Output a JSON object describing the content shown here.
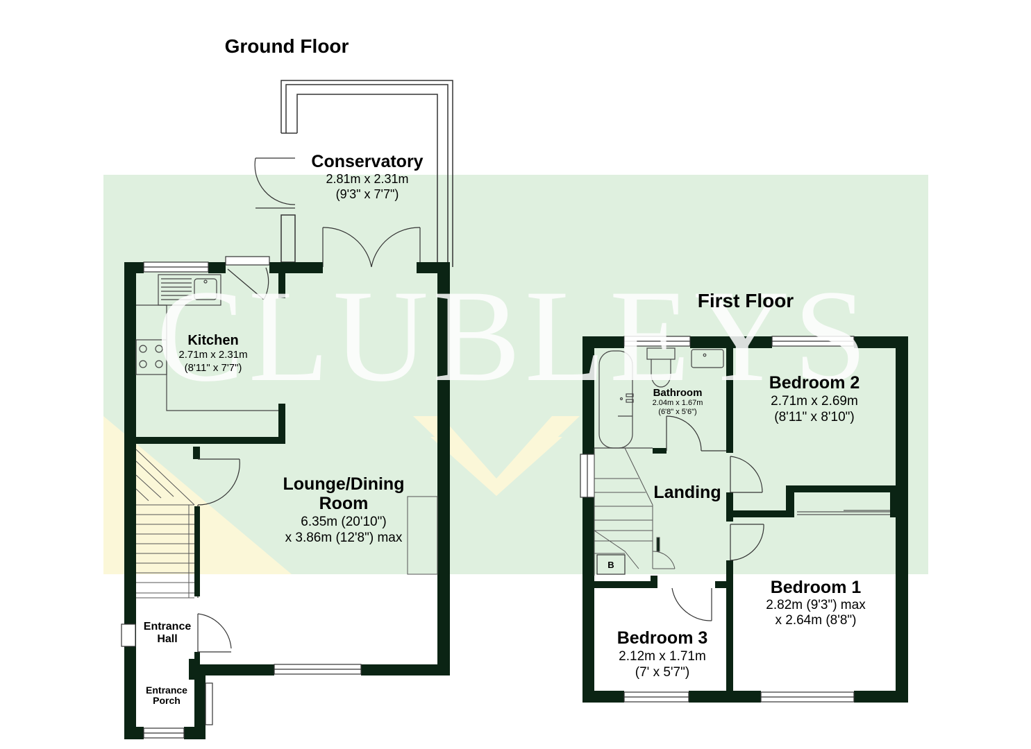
{
  "watermark": {
    "text": "CLUBLEYS",
    "band_color": "#dff0df",
    "chevron_color": "#fbf7d8"
  },
  "colors": {
    "wall": "#0b2414",
    "fixture": "#555555",
    "floor_fill": "#ffffff"
  },
  "floors": {
    "ground": {
      "title": "Ground Floor",
      "rooms": {
        "conservatory": {
          "name": "Conservatory",
          "dim1": "2.81m x 2.31m",
          "dim2": "(9'3\" x 7'7\")"
        },
        "kitchen": {
          "name": "Kitchen",
          "dim1": "2.71m x 2.31m",
          "dim2": "(8'11\" x 7'7\")"
        },
        "lounge": {
          "name1": "Lounge/Dining",
          "name2": "Room",
          "dim1": "6.35m (20'10\")",
          "dim2": "x 3.86m (12'8\") max"
        },
        "entrance_hall": {
          "name1": "Entrance",
          "name2": "Hall"
        },
        "entrance_porch": {
          "name1": "Entrance",
          "name2": "Porch"
        }
      }
    },
    "first": {
      "title": "First Floor",
      "rooms": {
        "bathroom": {
          "name": "Bathroom",
          "dim1": "2.04m x 1.67m",
          "dim2": "(6'8\" x 5'6\")"
        },
        "bedroom2": {
          "name": "Bedroom 2",
          "dim1": "2.71m x 2.69m",
          "dim2": "(8'11\" x 8'10\")"
        },
        "landing": {
          "name": "Landing"
        },
        "bedroom1": {
          "name": "Bedroom 1",
          "dim1": "2.82m (9'3\") max",
          "dim2": "x 2.64m (8'8\")"
        },
        "bedroom3": {
          "name": "Bedroom 3",
          "dim1": "2.12m x 1.71m",
          "dim2": "(7' x 5'7\")"
        },
        "boiler_cupboard": {
          "label": "B"
        }
      }
    }
  }
}
